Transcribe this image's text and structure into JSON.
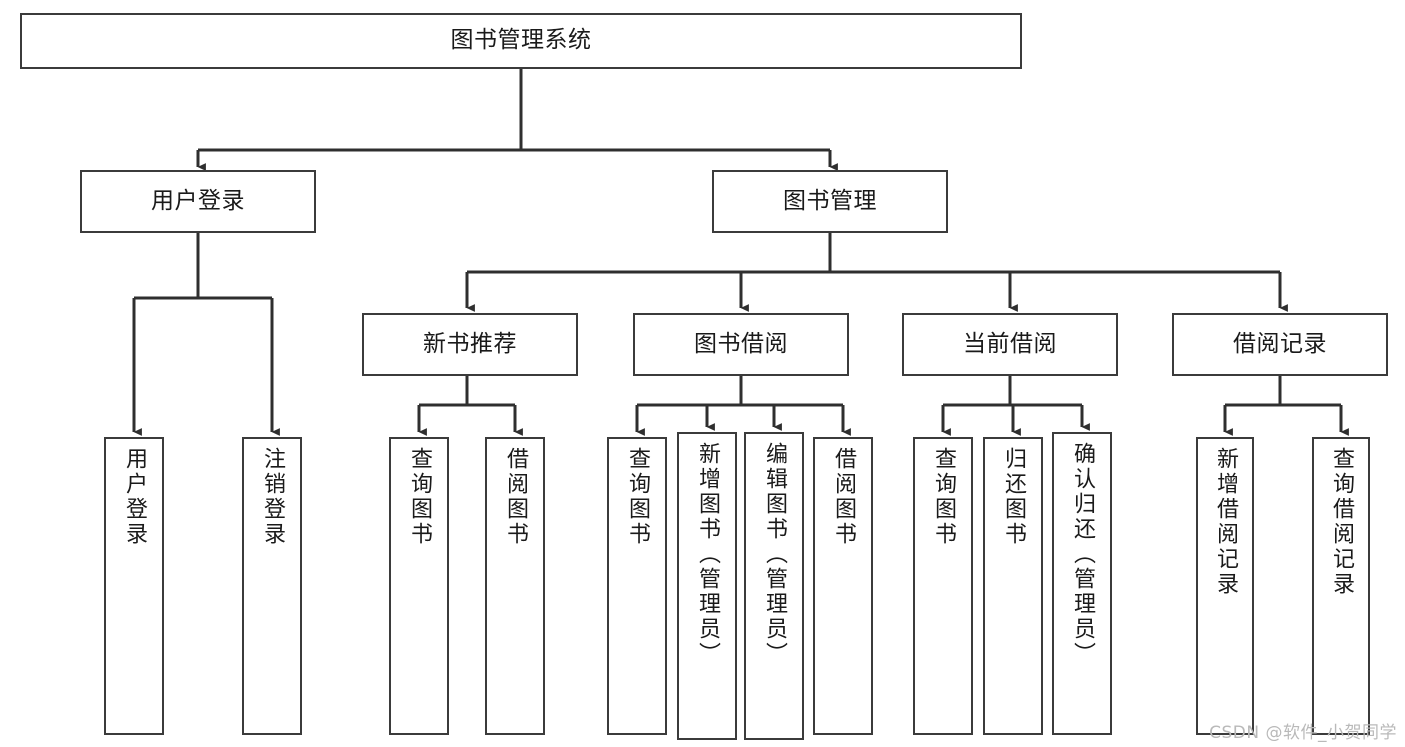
{
  "diagram": {
    "title": "图书管理系统",
    "type": "tree-hierarchy",
    "watermark": "CSDN @软件_小贺同学",
    "colors": {
      "box_border": "#3b3b3b",
      "box_fill": "#ffffff",
      "connector": "#2f2f2f",
      "text": "#1a1a1a",
      "watermark": "#b9b9b9"
    },
    "root": {
      "label": "图书管理系统"
    },
    "level2": [
      {
        "label": "用户登录"
      },
      {
        "label": "图书管理"
      }
    ],
    "level3": [
      {
        "label": "新书推荐"
      },
      {
        "label": "图书借阅"
      },
      {
        "label": "当前借阅"
      },
      {
        "label": "借阅记录"
      }
    ],
    "leaves": {
      "user_login": [
        {
          "label": "用户登录"
        },
        {
          "label": "注销登录"
        }
      ],
      "new_book_recommend": [
        {
          "label": "查询图书"
        },
        {
          "label": "借阅图书"
        }
      ],
      "book_borrow": [
        {
          "label": "查询图书"
        },
        {
          "label": "新增图书（管理员）"
        },
        {
          "label": "编辑图书（管理员）"
        },
        {
          "label": "借阅图书"
        }
      ],
      "current_borrow": [
        {
          "label": "查询图书"
        },
        {
          "label": "归还图书"
        },
        {
          "label": "确认归还（管理员）"
        }
      ],
      "borrow_record": [
        {
          "label": "新增借阅记录"
        },
        {
          "label": "查询借阅记录"
        }
      ]
    }
  }
}
